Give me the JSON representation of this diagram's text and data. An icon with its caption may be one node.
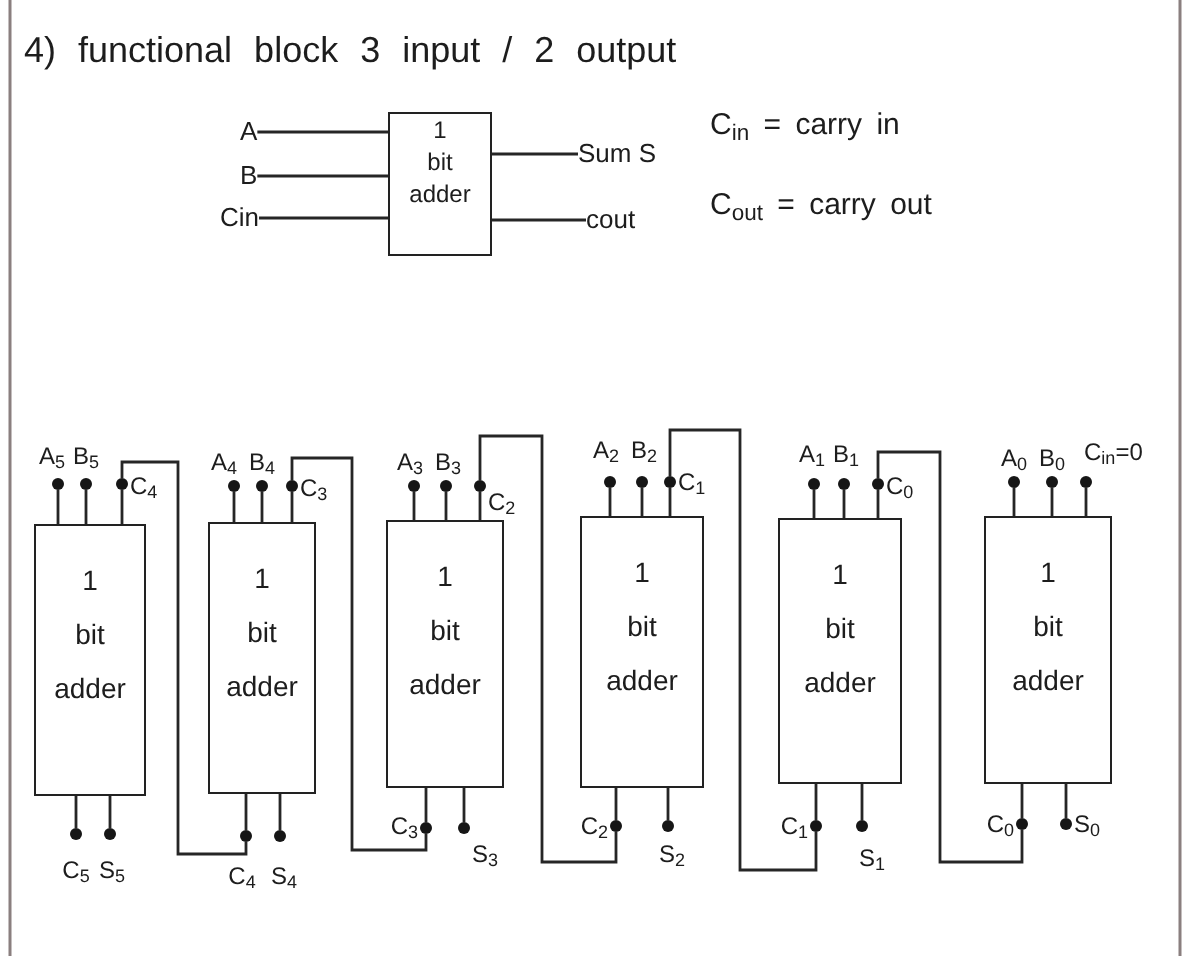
{
  "diagram": {
    "title": "4) functional block 3 input / 2 output",
    "nodes": [
      {
        "text": [
          "A"
        ]
      },
      {
        "text": [
          "B"
        ]
      },
      {
        "text": [
          "Cin"
        ]
      },
      {
        "text": [
          "1 bit adder"
        ]
      },
      {
        "text": [
          "Sum S"
        ]
      },
      {
        "text": [
          "cout"
        ]
      },
      {
        "text": [],
        "shape": "circle",
        "beside": [
          "A$_{5}$"
        ]
      },
      {
        "text": [],
        "shape": "circle",
        "beside": [
          "B$_{5}$"
        ]
      },
      {
        "text": [],
        "shape": "circle",
        "beside": [
          "C$_{4}$"
        ]
      },
      {
        "text": [
          "1 bit adder"
        ]
      },
      {
        "text": [],
        "shape": "circle",
        "beside": [
          "C$_{5}$"
        ]
      },
      {
        "text": [],
        "shape": "circle",
        "beside": [
          "S$_{5}$"
        ]
      },
      {
        "text": [],
        "shape": "circle",
        "beside": [
          "A$_{4}$"
        ]
      },
      {
        "text": [],
        "shape": "circle",
        "beside": [
          "B$_{4}$"
        ]
      },
      {
        "text": [],
        "shape": "circle",
        "beside": [
          "C$_{3}$"
        ]
      },
      {
        "text": [
          "1 bit adder"
        ]
      },
      {
        "text": [],
        "shape": "circle",
        "beside": [
          "C$_{4}$"
        ]
      },
      {
        "text": [],
        "shape": "circle",
        "beside": [
          "S$_{4}$"
        ]
      },
      {
        "text": [],
        "shape": "circle",
        "beside": [
          "A$_{3}$"
        ]
      },
      {
        "text": [],
        "shape": "circle",
        "beside": [
          "B$_{3}$"
        ]
      },
      {
        "text": [],
        "shape": "circle",
        "beside": [
          "C$_{2}$"
        ]
      },
      {
        "text": [
          "1 bit adder"
        ]
      },
      {
        "text": [],
        "shape": "circle",
        "beside": [
          "C$_{3}$"
        ]
      },
      {
        "text": [],
        "shape": "circle",
        "beside": [
          "S$_{3}$"
        ]
      },
      {
        "text": [],
        "shape": "circle",
        "beside": [
          "A$_{2}$"
        ]
      },
      {
        "text": [],
        "shape": "circle",
        "beside": [
          "B$_{2}$"
        ]
      },
      {
        "text": [],
        "shape": "circle",
        "beside": [
          "C$_{1}$"
        ]
      },
      {
        "text": [
          "1 bit adder"
        ]
      },
      {
        "text": [],
        "shape": "circle",
        "beside": [
          "C$_{2}$"
        ]
      },
      {
        "text": [],
        "shape": "circle",
        "beside": [
          "S$_{2}$"
        ]
      },
      {
        "text": [],
        "shape": "circle",
        "beside": [
          "A$_{1}$"
        ]
      },
      {
        "text": [],
        "shape": "circle",
        "beside": [
          "B$_{1}$"
        ]
      },
      {
        "text": [],
        "shape": "circle",
        "beside": [
          "C$_{0}$"
        ]
      },
      {
        "text": [
          "1 bit adder"
        ]
      },
      {
        "text": [],
        "shape": "circle",
        "beside": [
          "C$_{1}$"
        ]
      },
      {
        "text": [],
        "shape": "circle",
        "beside": [
          "S$_{1}$"
        ]
      },
      {
        "text": [],
        "shape": "circle",
        "beside": [
          "A$_{0}$"
        ]
      },
      {
        "text": [],
        "shape": "circle",
        "beside": [
          "B$_{0}$"
        ]
      },
      {
        "text": [],
        "shape": "circle",
        "beside": [
          "C$_{in}$=0"
        ]
      },
      {
        "text": [
          "1 bit adder"
        ]
      },
      {
        "text": [],
        "shape": "circle",
        "beside": [
          "C$_{0}$"
        ]
      },
      {
        "text": [],
        "shape": "circle",
        "beside": [
          "S$_{0}$"
        ]
      }
    ],
    "edges": [
      {
        "from": 0,
        "to": 3,
        "arrow": "none"
      },
      {
        "from": 1,
        "to": 3,
        "arrow": "none"
      },
      {
        "from": 2,
        "to": 3,
        "arrow": "none"
      },
      {
        "from": 3,
        "to": 4,
        "arrow": "none"
      },
      {
        "from": 3,
        "to": 5,
        "arrow": "none"
      },
      {
        "from": 6,
        "to": 9,
        "arrow": "none"
      },
      {
        "from": 7,
        "to": 9,
        "arrow": "none"
      },
      {
        "from": 8,
        "to": 9,
        "arrow": "none"
      },
      {
        "from": 9,
        "to": 10,
        "arrow": "none"
      },
      {
        "from": 9,
        "to": 11,
        "arrow": "none"
      },
      {
        "from": 12,
        "to": 15,
        "arrow": "none"
      },
      {
        "from": 13,
        "to": 15,
        "arrow": "none"
      },
      {
        "from": 14,
        "to": 15,
        "arrow": "none"
      },
      {
        "from": 15,
        "to": 16,
        "arrow": "none"
      },
      {
        "from": 15,
        "to": 17,
        "arrow": "none"
      },
      {
        "from": 18,
        "to": 21,
        "arrow": "none"
      },
      {
        "from": 19,
        "to": 21,
        "arrow": "none"
      },
      {
        "from": 20,
        "to": 21,
        "arrow": "none"
      },
      {
        "from": 21,
        "to": 22,
        "arrow": "none"
      },
      {
        "from": 21,
        "to": 23,
        "arrow": "none"
      },
      {
        "from": 24,
        "to": 27,
        "arrow": "none"
      },
      {
        "from": 25,
        "to": 27,
        "arrow": "none"
      },
      {
        "from": 26,
        "to": 27,
        "arrow": "none"
      },
      {
        "from": 27,
        "to": 28,
        "arrow": "none"
      },
      {
        "from": 27,
        "to": 29,
        "arrow": "none"
      },
      {
        "from": 30,
        "to": 33,
        "arrow": "none"
      },
      {
        "from": 31,
        "to": 33,
        "arrow": "none"
      },
      {
        "from": 32,
        "to": 33,
        "arrow": "none"
      },
      {
        "from": 33,
        "to": 34,
        "arrow": "none"
      },
      {
        "from": 33,
        "to": 35,
        "arrow": "none"
      },
      {
        "from": 36,
        "to": 39,
        "arrow": "none"
      },
      {
        "from": 37,
        "to": 39,
        "arrow": "none"
      },
      {
        "from": 38,
        "to": 39,
        "arrow": "none"
      },
      {
        "from": 39,
        "to": 40,
        "arrow": "none"
      },
      {
        "from": 39,
        "to": 41,
        "arrow": "none"
      },
      {
        "from": 16,
        "to": 8,
        "arrow": "none"
      },
      {
        "from": 22,
        "to": 14,
        "arrow": "none"
      },
      {
        "from": 28,
        "to": 20,
        "arrow": "none"
      },
      {
        "from": 34,
        "to": 26,
        "arrow": "none"
      },
      {
        "from": 40,
        "to": 32,
        "arrow": "none"
      }
    ],
    "labels": [
      "C$_{in}$ = carry in",
      "C$_{out}$ = carry out"
    ]
  }
}
